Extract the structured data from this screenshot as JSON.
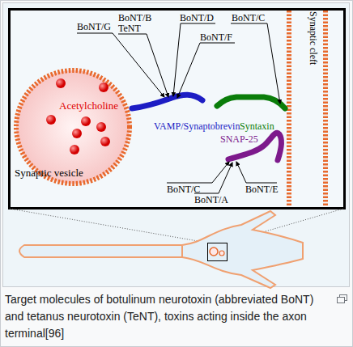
{
  "diagram": {
    "caption": "Target molecules of botulinum neurotoxin (abbreviated BoNT) and tetanus neurotoxin (TeNT), toxins acting inside the axon terminal[96]",
    "nodes": [
      {
        "text": [
          "Acetylcholine",
          "Synaptic vesicle"
        ]
      }
    ],
    "labels": [
      "BoNT/G",
      "BoNT/B",
      "TeNT",
      "BoNT/D",
      "BoNT/F",
      "BoNT/C",
      "Synaptic cleft",
      "VAMP/Synaptobrevin",
      "Syntaxin",
      "SNAP-25",
      "BoNT/C",
      "BoNT/A",
      "BoNT/E"
    ]
  }
}
